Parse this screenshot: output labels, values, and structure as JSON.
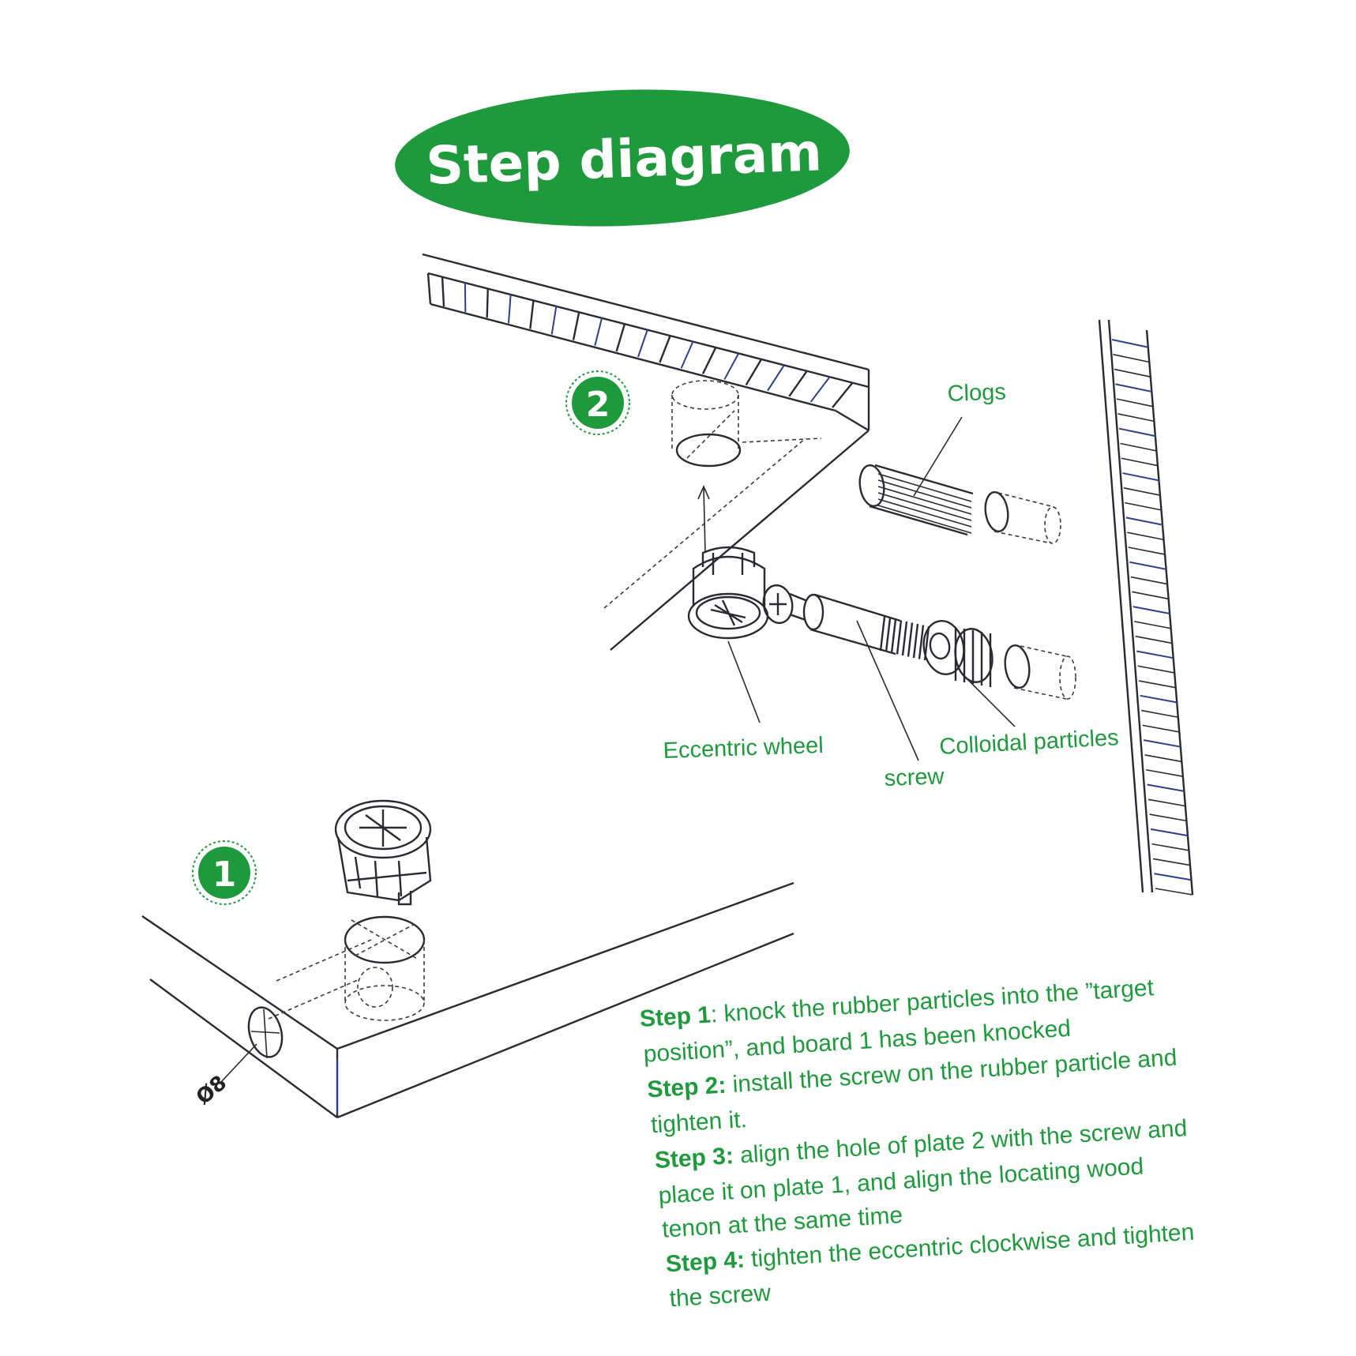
{
  "title": "Step diagram",
  "colors": {
    "accent": "#1e9a3c",
    "line": "#2a2a33"
  },
  "badges": {
    "one": "1",
    "two": "2"
  },
  "labels": {
    "clogs": "Clogs",
    "eccentric_wheel": "Eccentric wheel",
    "screw": "screw",
    "colloidal_particles": "Colloidal particles",
    "diameter": "Ø8"
  },
  "steps": {
    "step1_label": "Step 1",
    "step1_line1": ": knock the rubber particles into the ”target",
    "step1_line2": "position”, and board 1 has been knocked",
    "step2_label": "Step 2:",
    "step2_line1": " install the screw on the rubber particle and",
    "step2_line2": "tighten it.",
    "step3_label": "Step 3:",
    "step3_line1": " align the hole of plate 2 with the screw and",
    "step3_line2": "place it on plate 1, and align the locating wood",
    "step3_line3": "tenon at the same time",
    "step4_label": "Step 4:",
    "step4_line1": " tighten the eccentric clockwise and tighten",
    "step4_line2": "the screw"
  }
}
